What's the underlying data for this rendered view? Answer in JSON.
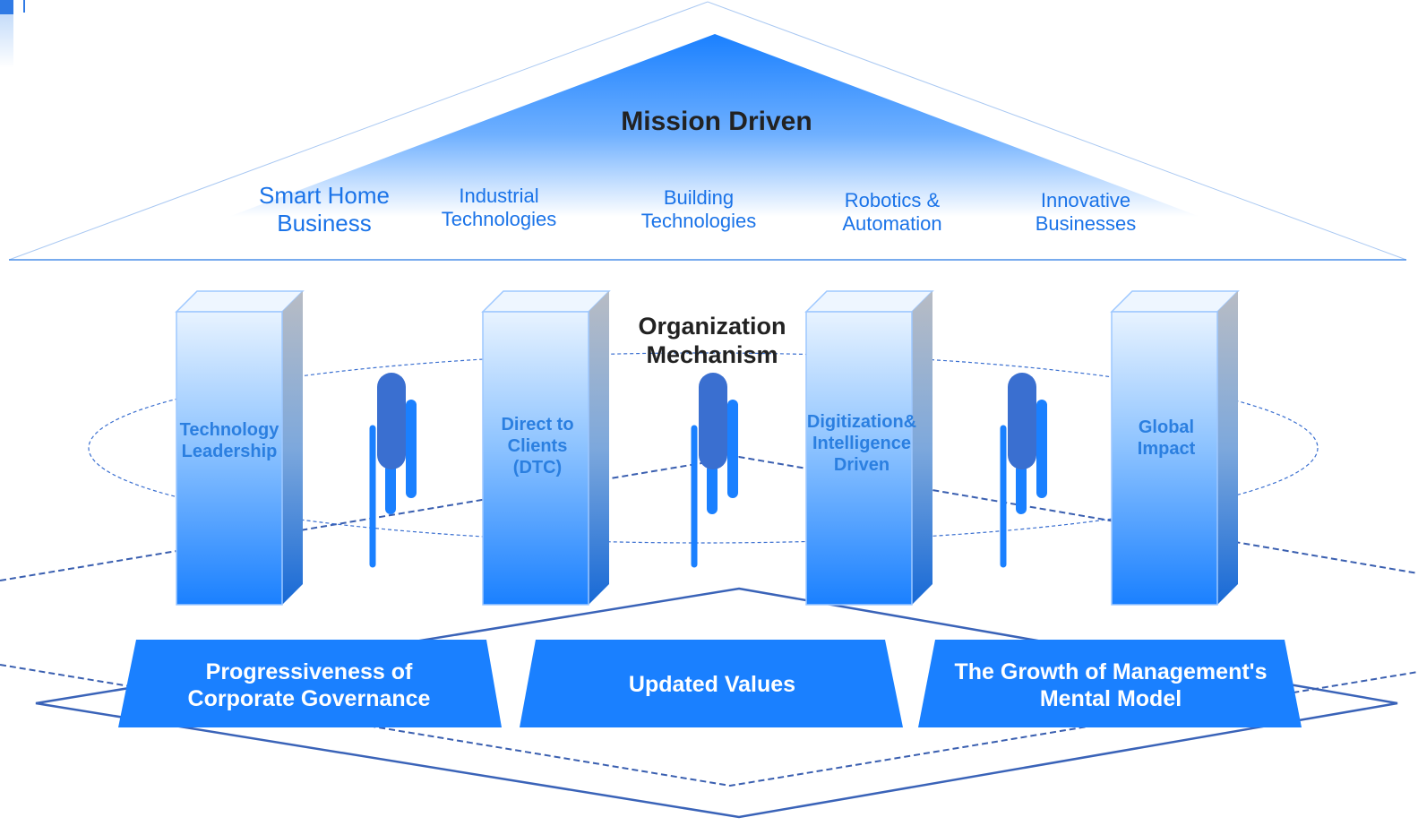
{
  "roof": {
    "title": "Mission Driven",
    "businesses": [
      "Smart Home\nBusiness",
      "Industrial\nTechnologies",
      "Building\nTechnologies",
      "Robotics &\nAutomation",
      "Innovative\nBusinesses"
    ]
  },
  "organization": {
    "title": "Organization\nMechanism"
  },
  "pillars": [
    "Technology\nLeadership",
    "Direct to\nClients\n(DTC)",
    "Digitization&\nIntelligence\nDriven",
    "Global\nImpact"
  ],
  "foundation": [
    "Progressiveness of\nCorporate Governance",
    "Updated Values",
    "The Growth of Management's\nMental Model"
  ],
  "colors": {
    "primary_blue": "#1a80ff",
    "text_blue": "#1a73e8",
    "line_blue": "#3a63b8",
    "heading_dark": "#222222",
    "connector_blue": "#3a6fd0"
  }
}
